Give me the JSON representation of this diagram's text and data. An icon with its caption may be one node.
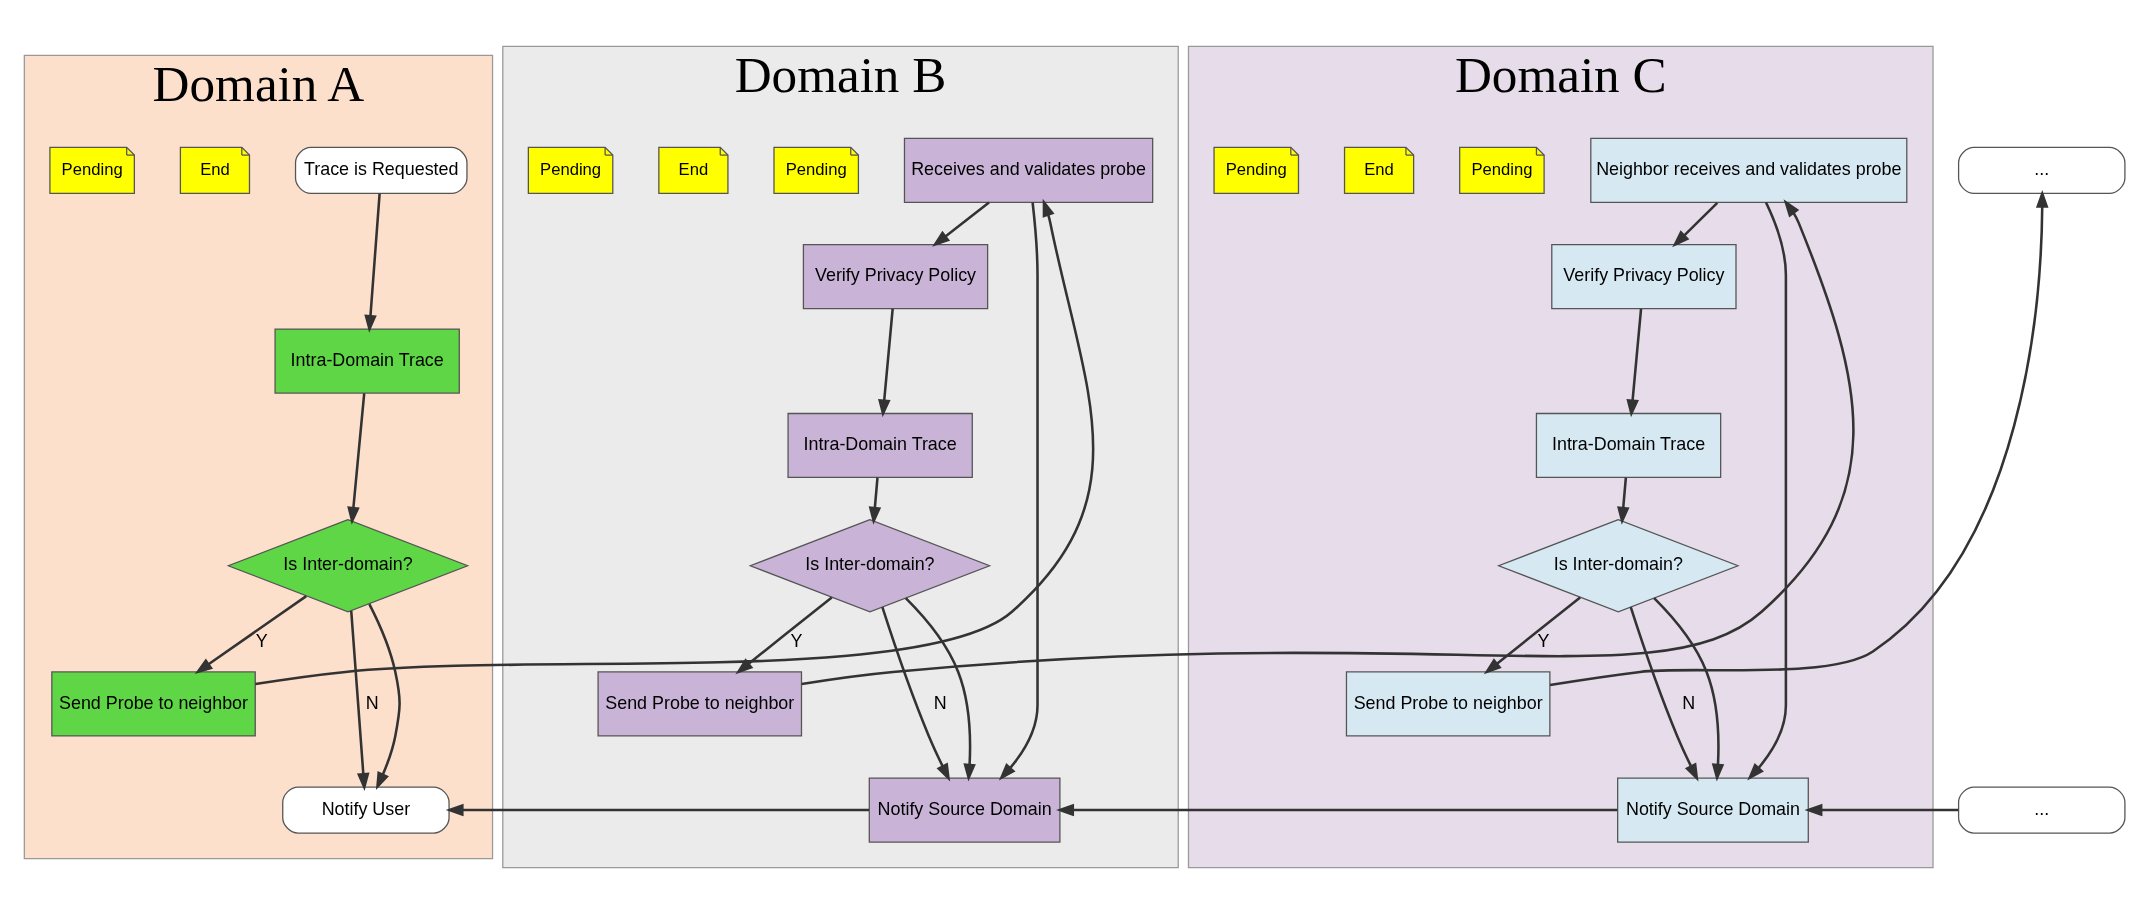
{
  "diagram": {
    "nodes": [
      {
        "text": [
          "Domain A"
        ]
      },
      {
        "text": [
          "Trace is Requested"
        ],
        "in": 0
      },
      {
        "text": [
          "Intra-Domain Trace"
        ],
        "in": 0
      },
      {
        "text": [
          "End"
        ],
        "in": 0
      },
      {
        "text": [
          "Is Inter-domain?"
        ],
        "in": 0
      },
      {
        "text": [
          "Pending"
        ],
        "in": 0
      },
      {
        "text": [
          "Send Probe to neighbor"
        ],
        "in": 0
      },
      {
        "text": [
          "Notify User"
        ],
        "in": 0
      },
      {
        "text": [
          "Domain B"
        ]
      },
      {
        "text": [
          "Receives and validates probe"
        ],
        "in": 8
      },
      {
        "text": [
          "Pending"
        ],
        "in": 8
      },
      {
        "text": [
          "Verify Privacy Policy"
        ],
        "in": 8
      },
      {
        "text": [
          "Intra-Domain Trace"
        ],
        "in": 8
      },
      {
        "text": [
          "End"
        ],
        "in": 8
      },
      {
        "text": [
          "Is Inter-domain?"
        ],
        "in": 8
      },
      {
        "text": [
          "Pending"
        ],
        "in": 8
      },
      {
        "text": [
          "Send Probe to neighbor"
        ],
        "in": 8
      },
      {
        "text": [
          "Notify Source Domain"
        ],
        "in": 8
      },
      {
        "text": [
          "Domain C"
        ]
      },
      {
        "text": [
          "Neighbor receives and validates probe"
        ],
        "in": 18
      },
      {
        "text": [
          "Pending"
        ],
        "in": 18
      },
      {
        "text": [
          "Verify Privacy Policy"
        ],
        "in": 18
      },
      {
        "text": [
          "Intra-Domain Trace"
        ],
        "in": 18
      },
      {
        "text": [
          "End"
        ],
        "in": 18
      },
      {
        "text": [
          "Is Inter-domain?"
        ],
        "in": 18
      },
      {
        "text": [
          "Pending"
        ],
        "in": 18
      },
      {
        "text": [
          "Send Probe to neighbor"
        ],
        "in": 18
      },
      {
        "text": [
          "Notify Source Domain"
        ],
        "in": 18
      },
      {
        "text": [
          "..."
        ]
      },
      {
        "text": [
          "..."
        ]
      }
    ],
    "edges": [
      {
        "from": 1,
        "to": 2,
        "arrow": "to"
      },
      {
        "from": 2,
        "to": 4,
        "arrow": "to"
      },
      {
        "from": 4,
        "to": 7,
        "arrow": "to",
        "label": "N"
      },
      {
        "from": 4,
        "to": 7,
        "arrow": "to"
      },
      {
        "from": 4,
        "to": 6,
        "arrow": "to",
        "label": "Y"
      },
      {
        "from": 6,
        "to": 9,
        "arrow": "to"
      },
      {
        "from": 9,
        "to": 11,
        "arrow": "to"
      },
      {
        "from": 9,
        "to": 17,
        "arrow": "to"
      },
      {
        "from": 11,
        "to": 12,
        "arrow": "to"
      },
      {
        "from": 12,
        "to": 14,
        "arrow": "to"
      },
      {
        "from": 14,
        "to": 17,
        "arrow": "to",
        "label": "N"
      },
      {
        "from": 14,
        "to": 17,
        "arrow": "to"
      },
      {
        "from": 14,
        "to": 16,
        "arrow": "to",
        "label": "Y"
      },
      {
        "from": 16,
        "to": 19,
        "arrow": "to"
      },
      {
        "from": 19,
        "to": 21,
        "arrow": "to"
      },
      {
        "from": 19,
        "to": 27,
        "arrow": "to"
      },
      {
        "from": 21,
        "to": 22,
        "arrow": "to"
      },
      {
        "from": 22,
        "to": 24,
        "arrow": "to"
      },
      {
        "from": 24,
        "to": 27,
        "arrow": "to",
        "label": "N"
      },
      {
        "from": 24,
        "to": 27,
        "arrow": "to"
      },
      {
        "from": 24,
        "to": 26,
        "arrow": "to",
        "label": "Y"
      },
      {
        "from": 26,
        "to": 28,
        "arrow": "to"
      },
      {
        "from": 29,
        "to": 27,
        "arrow": "to"
      },
      {
        "from": 27,
        "to": 17,
        "arrow": "to"
      },
      {
        "from": 17,
        "to": 7,
        "arrow": "to"
      }
    ]
  }
}
